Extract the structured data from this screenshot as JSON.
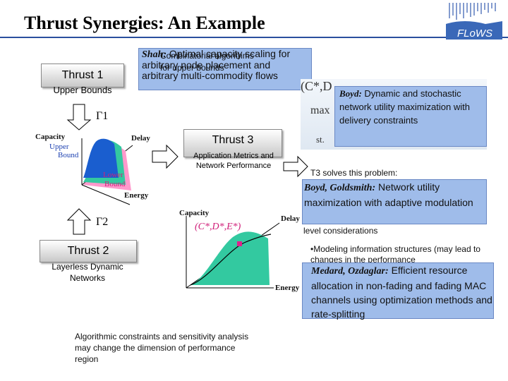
{
  "slide_title": "Thrust Synergies: An Example",
  "logo": {
    "text": "FLoWS"
  },
  "thrust1": {
    "title": "Thrust 1",
    "subtitle": "Upper Bounds"
  },
  "thrust2": {
    "title": "Thrust 2",
    "subtitle": "Layerless Dynamic Networks"
  },
  "thrust3": {
    "title": "Thrust 3",
    "subtitle": "Application Metrics and Network Performance"
  },
  "gamma1": "Γ1",
  "gamma2": "Γ2",
  "region1": {
    "capacity": "Capacity",
    "upper": "Upper",
    "bound": "Bound",
    "lower": "Lower",
    "lower_bound": "Bound",
    "delay": "Delay",
    "energy": "Energy"
  },
  "region2": {
    "capacity": "Capacity",
    "point": "(C*,D*,E*)",
    "delay": "Delay",
    "energy": "Energy"
  },
  "shah": {
    "label": "Shah:",
    "text": "Optimal capacity scaling for arbitrary node placement and arbitrary multi-commodity flows",
    "overlap1": "Combinatorial algorithms",
    "overlap2": "for upper bounds"
  },
  "formula": {
    "cde": "(C*,D",
    "max": "max",
    "st": "st."
  },
  "boyd": {
    "label": "Boyd:",
    "text": "Dynamic and stochastic network utility maximization with delivery constraints"
  },
  "t3solves": "T3 solves this problem:",
  "goldsmith": {
    "label": "Boyd, Goldsmith:",
    "text": "Network utility maximization with adaptive modulation"
  },
  "level_text": "level considerations",
  "modeling": "•Modeling information structures (may lead to changes in the performance",
  "medard": {
    "label": "Medard, Ozdaglar:",
    "text": "Efficient resource allocation in non-fading and fading MAC channels using optimization methods and rate-splitting"
  },
  "algorithmic": "Algorithmic constraints and sensitivity analysis may change the dimension of performance region"
}
